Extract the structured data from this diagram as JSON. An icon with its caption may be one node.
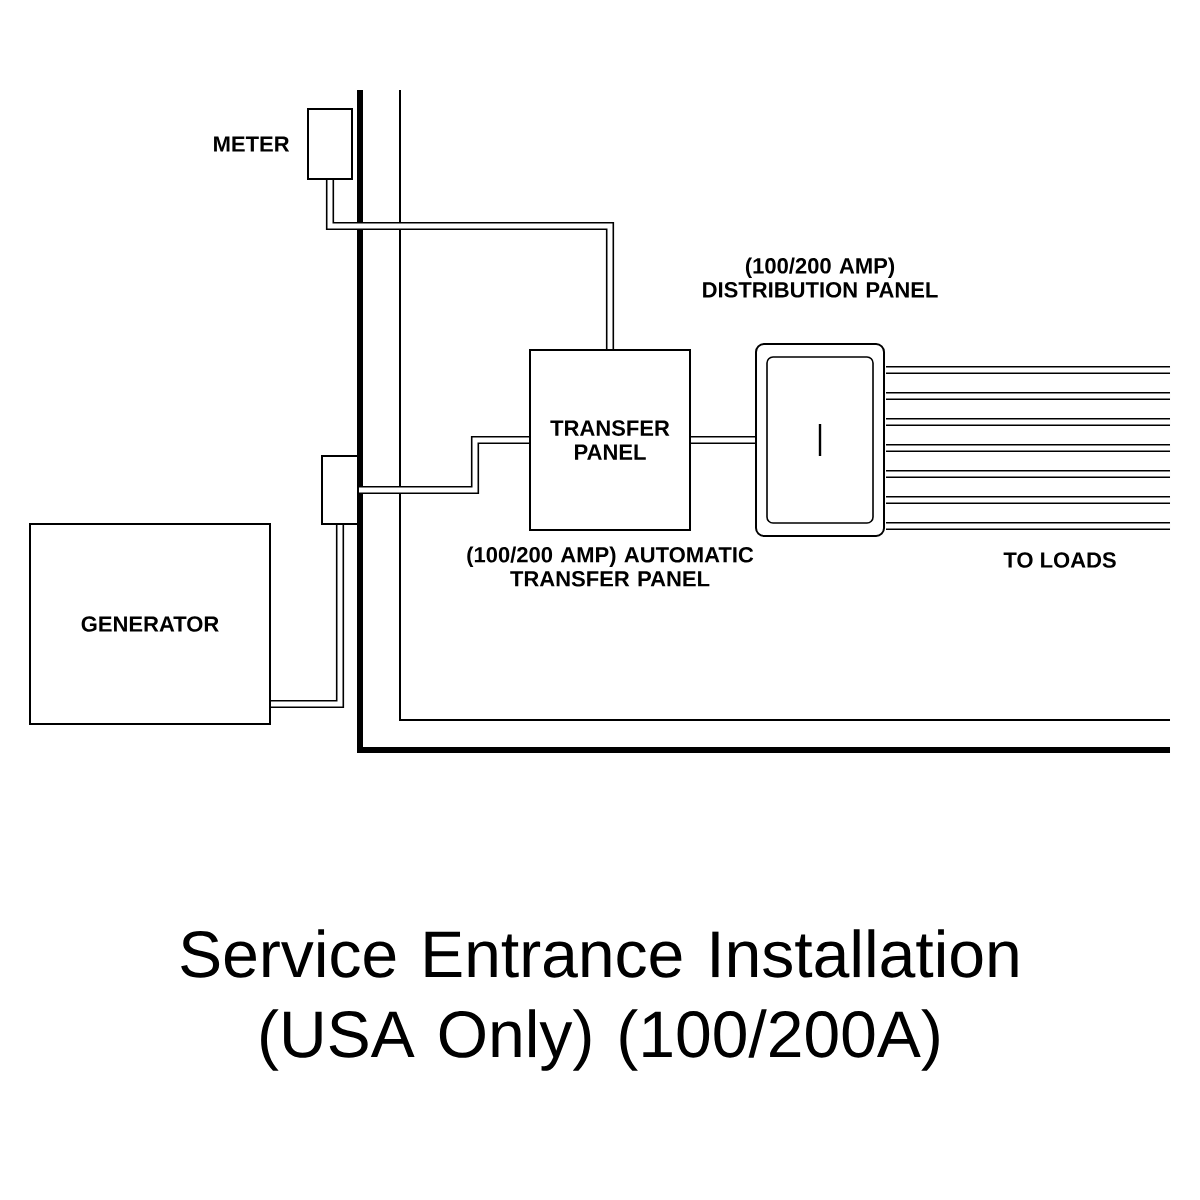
{
  "diagram": {
    "caption": "Service Entrance Installation (USA Only) (100/200A)",
    "nodes": [
      {
        "text": [],
        "shape": "box",
        "beside": [
          "METER"
        ]
      },
      {
        "text": [
          "TRANSFER PANEL"
        ],
        "beside": [
          "(100/200 AMP) AUTOMATIC TRANSFER PANEL"
        ]
      },
      {
        "text": [],
        "shape": "box",
        "beside": [
          "(100/200 AMP) DISTRIBUTION PANEL"
        ]
      },
      {
        "text": [
          "GENERATOR"
        ]
      },
      {
        "text": [],
        "shape": "box"
      }
    ],
    "edges": [
      {
        "from": 0,
        "to": 1,
        "arrow": "none"
      },
      {
        "from": 1,
        "to": 2,
        "arrow": "none"
      },
      {
        "from": 4,
        "to": 1,
        "arrow": "none"
      },
      {
        "from": 3,
        "to": 4,
        "arrow": "none"
      }
    ],
    "labels": [
      "TO LOADS"
    ]
  }
}
